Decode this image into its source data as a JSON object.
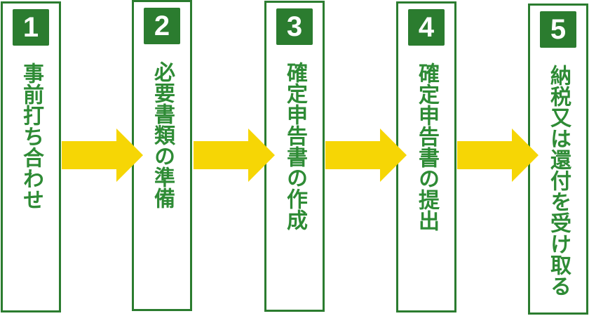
{
  "diagram": {
    "type": "process-flow",
    "direction": "left-to-right",
    "steps": [
      {
        "number": "1",
        "label": "事前打ち合わせ"
      },
      {
        "number": "2",
        "label": "必要書類の準備"
      },
      {
        "number": "3",
        "label": "確定申告書の作成"
      },
      {
        "number": "4",
        "label": "確定申告書の提出"
      },
      {
        "number": "5",
        "label": "納税又は還付を受け取る"
      }
    ],
    "connector": "yellow-right-arrow",
    "colors": {
      "green": "#2b7c2f",
      "text_green": "#2e8b35",
      "arrow_yellow": "#f6d605",
      "background": "#ffffff"
    }
  }
}
